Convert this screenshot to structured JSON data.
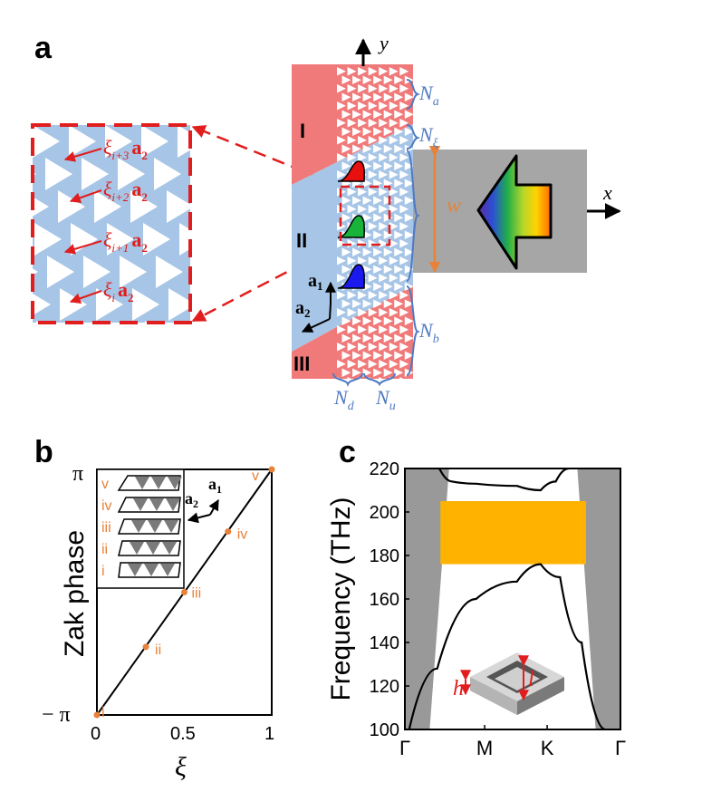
{
  "panels": {
    "a": {
      "label": "a",
      "axis_y": "y",
      "axis_x": "x",
      "region_labels": [
        "I",
        "II",
        "III"
      ],
      "widths": {
        "Na": "N",
        "Na_sub": "a",
        "Nxi": "N",
        "Nxi_sub": "ξ",
        "Nb": "N",
        "Nb_sub": "b",
        "Nd": "N",
        "Nd_sub": "d",
        "Nu": "N",
        "Nu_sub": "u"
      },
      "waveguide_width": "w",
      "vectors": {
        "a1": "a",
        "a1_sub": "1",
        "a2": "a",
        "a2_sub": "2"
      },
      "zoom_labels": [
        {
          "xi": "ξ",
          "sub": "i+3",
          "vec": "a",
          "vec_sub": "2"
        },
        {
          "xi": "ξ",
          "sub": "i+2",
          "vec": "a",
          "vec_sub": "2"
        },
        {
          "xi": "ξ",
          "sub": "i+1",
          "vec": "a",
          "vec_sub": "2"
        },
        {
          "xi": "ξ",
          "sub": "i",
          "vec": "a",
          "vec_sub": "2"
        }
      ],
      "colors": {
        "region_red": "#f07a7a",
        "region_blue": "#a7c5e6",
        "waveguide_gray": "#a6a6a6",
        "dashed_red": "#e11d1d",
        "orange": "#e8823a"
      }
    },
    "b": {
      "label": "b",
      "ylabel": "Zak phase",
      "xlabel": "ξ",
      "yticks": [
        "π",
        "− π"
      ],
      "xticks": [
        "0",
        "0.5",
        "1"
      ],
      "inset_labels": [
        "v",
        "iv",
        "iii",
        "ii",
        "i"
      ],
      "inset_vectors": {
        "a1": "a",
        "a1_sub": "1",
        "a2": "a",
        "a2_sub": "2"
      }
    },
    "c": {
      "label": "c",
      "ylabel": "Frequency (THz)",
      "yticks": [
        "220",
        "200",
        "180",
        "160",
        "140",
        "120",
        "100"
      ],
      "xticks": [
        "Γ",
        "M",
        "K",
        "Γ"
      ],
      "inset_h": "h",
      "inset_l": "l",
      "colors": {
        "bandgap": "#ffb300",
        "light_cone": "#999999"
      }
    }
  },
  "chart_data": [
    {
      "type": "line",
      "title": "",
      "xlabel": "ξ",
      "ylabel": "Zak phase",
      "xlim": [
        0,
        1
      ],
      "ylim": [
        "-π",
        "π"
      ],
      "series": [
        {
          "x": [
            0,
            1
          ],
          "y": [
            -3.1416,
            3.1416
          ]
        }
      ],
      "points": [
        {
          "label": "i",
          "x": 0.0,
          "y": -3.1416
        },
        {
          "label": "ii",
          "x": 0.28,
          "y": -1.4
        },
        {
          "label": "iii",
          "x": 0.5,
          "y": 0.0
        },
        {
          "label": "iv",
          "x": 0.75,
          "y": 1.55
        },
        {
          "label": "v",
          "x": 1.0,
          "y": 3.1416
        }
      ]
    },
    {
      "type": "line",
      "title": "",
      "xlabel": "",
      "ylabel": "Frequency (THz)",
      "ylim": [
        100,
        220
      ],
      "categories": [
        "Γ",
        "M",
        "K",
        "Γ"
      ],
      "bandgap": [
        176,
        205
      ],
      "series": [
        {
          "x": [
            0.02,
            0.15,
            0.33,
            0.52,
            0.63,
            0.72,
            0.82,
            0.93
          ],
          "y": [
            100,
            128,
            160,
            168,
            176,
            170,
            140,
            100
          ]
        },
        {
          "x": [
            0.16,
            0.22,
            0.33,
            0.52,
            0.63,
            0.7,
            0.76
          ],
          "y": [
            220,
            214,
            213,
            212,
            210,
            214,
            220
          ]
        }
      ]
    }
  ]
}
